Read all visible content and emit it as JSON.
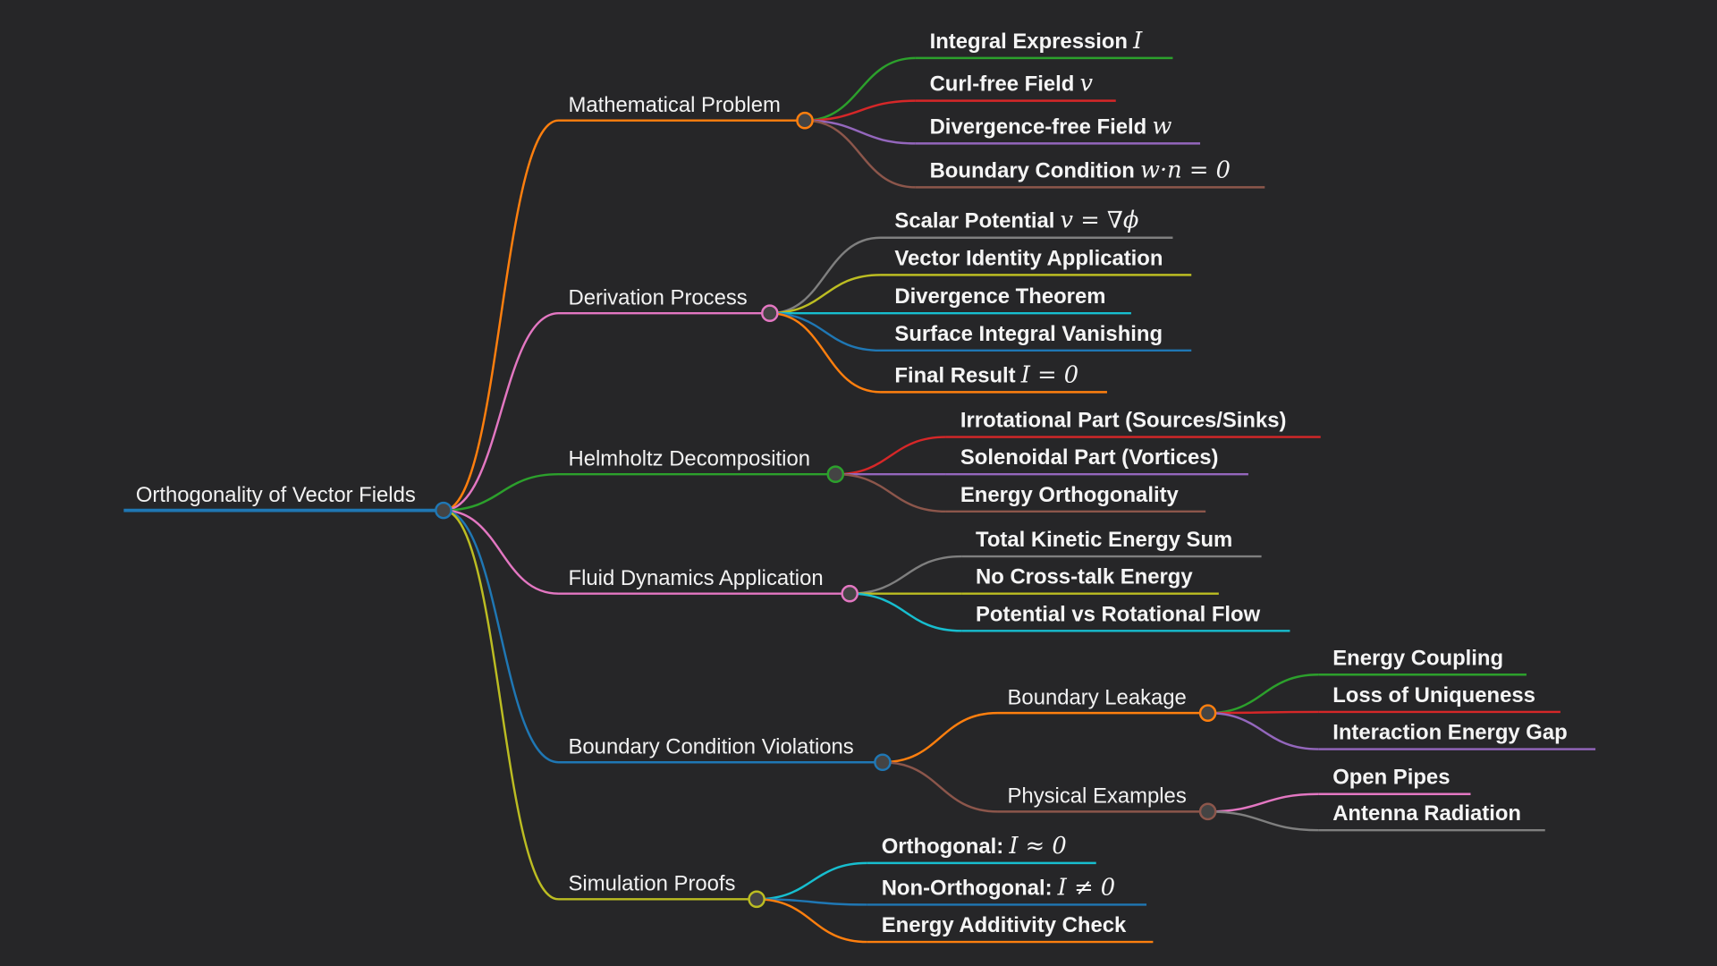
{
  "root": {
    "label": "Orthogonality of Vector Fields",
    "color": "#1f77b4"
  },
  "branches": [
    {
      "label": "Mathematical Problem",
      "color": "#ff7f0e",
      "children": [
        {
          "label": "Integral Expression",
          "math": "I",
          "color": "#2ca02c"
        },
        {
          "label": "Curl-free Field",
          "math": "v",
          "color": "#d62728"
        },
        {
          "label": "Divergence-free Field",
          "math": "w",
          "color": "#9467bd"
        },
        {
          "label": "Boundary Condition",
          "math": "w·n = 0",
          "color": "#8c564b"
        }
      ]
    },
    {
      "label": "Derivation Process",
      "color": "#e377c2",
      "children": [
        {
          "label": "Scalar Potential",
          "math": "v = ∇ϕ",
          "color": "#7f7f7f"
        },
        {
          "label": "Vector Identity Application",
          "color": "#bcbd22"
        },
        {
          "label": "Divergence Theorem",
          "color": "#17becf"
        },
        {
          "label": "Surface Integral Vanishing",
          "color": "#1f77b4"
        },
        {
          "label": "Final Result",
          "math": "I = 0",
          "color": "#ff7f0e"
        }
      ]
    },
    {
      "label": "Helmholtz Decomposition",
      "color": "#2ca02c",
      "children": [
        {
          "label": "Irrotational Part (Sources/Sinks)",
          "color": "#d62728"
        },
        {
          "label": "Solenoidal Part (Vortices)",
          "color": "#9467bd"
        },
        {
          "label": "Energy Orthogonality",
          "color": "#8c564b"
        }
      ]
    },
    {
      "label": "Fluid Dynamics Application",
      "color": "#e377c2",
      "children": [
        {
          "label": "Total Kinetic Energy Sum",
          "color": "#7f7f7f"
        },
        {
          "label": "No Cross-talk Energy",
          "color": "#bcbd22"
        },
        {
          "label": "Potential vs Rotational Flow",
          "color": "#17becf"
        }
      ]
    },
    {
      "label": "Boundary Condition Violations",
      "color": "#1f77b4",
      "children": [
        {
          "label": "Boundary Leakage",
          "color": "#ff7f0e",
          "children": [
            {
              "label": "Energy Coupling",
              "color": "#2ca02c"
            },
            {
              "label": "Loss of Uniqueness",
              "color": "#d62728"
            },
            {
              "label": "Interaction Energy Gap",
              "color": "#9467bd"
            }
          ]
        },
        {
          "label": "Physical Examples",
          "color": "#8c564b",
          "children": [
            {
              "label": "Open Pipes",
              "color": "#e377c2"
            },
            {
              "label": "Antenna Radiation",
              "color": "#7f7f7f"
            }
          ]
        }
      ]
    },
    {
      "label": "Simulation Proofs",
      "color": "#bcbd22",
      "children": [
        {
          "label": "Orthogonal:",
          "math": "I ≈ 0",
          "color": "#17becf"
        },
        {
          "label": "Non-Orthogonal:",
          "math": "I ≠ 0",
          "color": "#1f77b4"
        },
        {
          "label": "Energy Additivity Check",
          "color": "#ff7f0e"
        }
      ]
    }
  ]
}
